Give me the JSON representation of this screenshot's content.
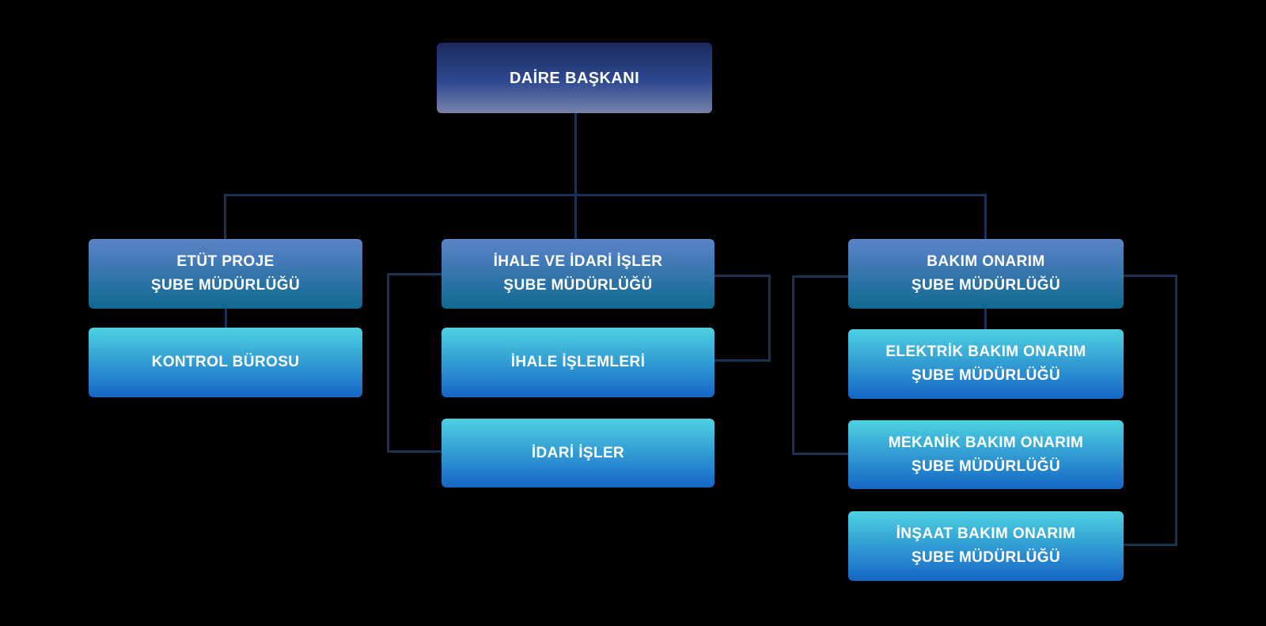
{
  "org_chart": {
    "background_color": "#000000",
    "connector_color": "#1d3156",
    "text_color": "#ffffff",
    "node_colors": {
      "root_gradient_top": "#1a2a5e",
      "root_gradient_bottom": "#7782ab",
      "head_gradient_top": "#5b83c8",
      "head_gradient_bottom": "#0f6990",
      "child_gradient_top": "#4ed1e1",
      "child_gradient_bottom": "#1566c5"
    },
    "root": {
      "lines": [
        "DAİRE BAŞKANI"
      ]
    },
    "branches": [
      {
        "head": {
          "lines": [
            "ETÜT PROJE",
            "ŞUBE MÜDÜRLÜĞÜ"
          ]
        },
        "children": [
          {
            "lines": [
              "KONTROL BÜROSU"
            ]
          }
        ]
      },
      {
        "head": {
          "lines": [
            "İHALE VE İDARİ İŞLER",
            "ŞUBE MÜDÜRLÜĞÜ"
          ]
        },
        "children": [
          {
            "lines": [
              "İHALE İŞLEMLERİ"
            ]
          },
          {
            "lines": [
              "İDARİ İŞLER"
            ]
          }
        ]
      },
      {
        "head": {
          "lines": [
            "BAKIM ONARIM",
            "ŞUBE MÜDÜRLÜĞÜ"
          ]
        },
        "children": [
          {
            "lines": [
              "ELEKTRİK BAKIM ONARIM",
              "ŞUBE MÜDÜRLÜĞÜ"
            ]
          },
          {
            "lines": [
              "MEKANİK BAKIM ONARIM",
              "ŞUBE MÜDÜRLÜĞÜ"
            ]
          },
          {
            "lines": [
              "İNŞAAT BAKIM ONARIM",
              "ŞUBE MÜDÜRLÜĞÜ"
            ]
          }
        ]
      }
    ]
  }
}
